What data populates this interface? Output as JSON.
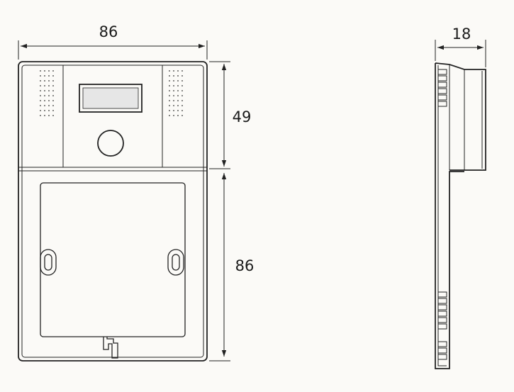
{
  "dimensions": {
    "front_width": "86",
    "upper_height": "49",
    "lower_height": "86",
    "side_depth": "18"
  },
  "colors": {
    "line": "#222222",
    "screen_fill": "#e6e6e6",
    "background": "#fbfaf7"
  }
}
